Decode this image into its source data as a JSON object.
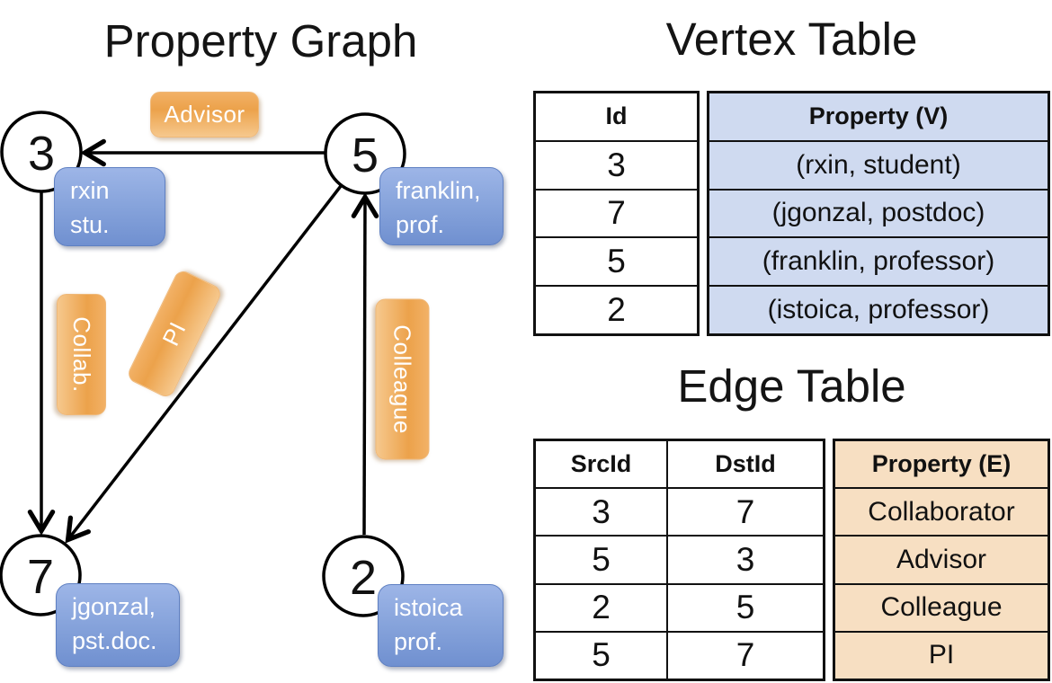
{
  "graph": {
    "title": "Property Graph",
    "nodes": [
      {
        "id": "3",
        "label": "3",
        "prop_lines": [
          "rxin",
          "stu."
        ]
      },
      {
        "id": "5",
        "label": "5",
        "prop_lines": [
          "franklin,",
          "prof."
        ]
      },
      {
        "id": "7",
        "label": "7",
        "prop_lines": [
          "jgonzal,",
          "pst.doc."
        ]
      },
      {
        "id": "2",
        "label": "2",
        "prop_lines": [
          "istoica",
          "prof."
        ]
      }
    ],
    "edges": [
      {
        "label": "Advisor",
        "src": "5",
        "dst": "3"
      },
      {
        "label": "Collab.",
        "src": "3",
        "dst": "7"
      },
      {
        "label": "PI",
        "src": "5",
        "dst": "7"
      },
      {
        "label": "Colleague",
        "src": "2",
        "dst": "5"
      }
    ]
  },
  "vertex_table": {
    "title": "Vertex Table",
    "columns": {
      "id": "Id",
      "property": "Property (V)"
    },
    "rows": [
      {
        "id": "3",
        "property": "(rxin, student)"
      },
      {
        "id": "7",
        "property": "(jgonzal, postdoc)"
      },
      {
        "id": "5",
        "property": "(franklin, professor)"
      },
      {
        "id": "2",
        "property": "(istoica, professor)"
      }
    ]
  },
  "edge_table": {
    "title": "Edge Table",
    "columns": {
      "src": "SrcId",
      "dst": "DstId",
      "property": "Property (E)"
    },
    "rows": [
      {
        "src": "3",
        "dst": "7",
        "property": "Collaborator"
      },
      {
        "src": "5",
        "dst": "3",
        "property": "Advisor"
      },
      {
        "src": "2",
        "dst": "5",
        "property": "Colleague"
      },
      {
        "src": "5",
        "dst": "7",
        "property": "PI"
      }
    ]
  },
  "colors": {
    "edge_label_orange": "#EDA44E",
    "vertex_box_blue": "#7E9CD6",
    "vertex_table_fill": "#CFDAF0",
    "edge_table_fill": "#F7DFC2",
    "line_black": "#111111"
  }
}
